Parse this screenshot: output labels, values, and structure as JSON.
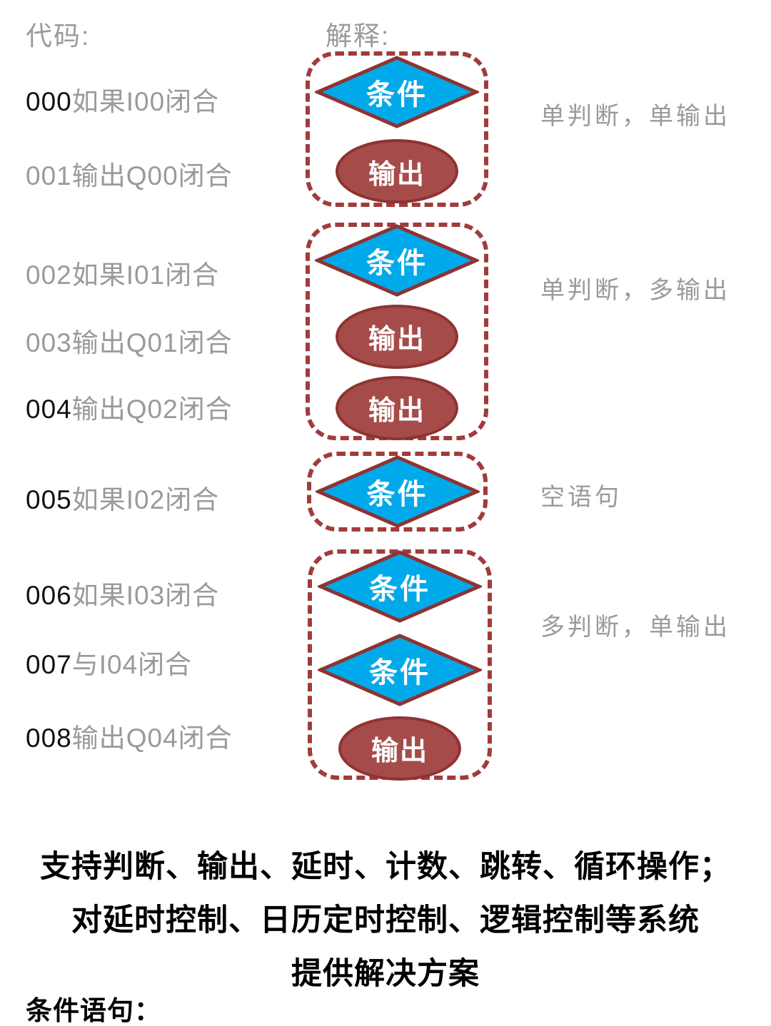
{
  "title": {
    "code_label": "代码:",
    "explain_label": "解释:"
  },
  "labels": {
    "condition": "条件",
    "output": "输出"
  },
  "code_lines": [
    {
      "num": "000",
      "text": "如果I00闭合",
      "num_tone": "dark"
    },
    {
      "num": "001",
      "text": "输出Q00闭合",
      "num_tone": "gray"
    },
    {
      "num": "002",
      "text": "如果I01闭合",
      "num_tone": "gray"
    },
    {
      "num": "003",
      "text": "输出Q01闭合",
      "num_tone": "gray"
    },
    {
      "num": "004",
      "text": "输出Q02闭合",
      "num_tone": "dark"
    },
    {
      "num": "005",
      "text": "如果I02闭合",
      "num_tone": "dark"
    },
    {
      "num": "006",
      "text": "如果I03闭合",
      "num_tone": "dark"
    },
    {
      "num": "007",
      "text": "与I04闭合",
      "num_tone": "dark"
    },
    {
      "num": "008",
      "text": "输出Q04闭合",
      "num_tone": "dark"
    }
  ],
  "flow_groups": [
    {
      "annotation": "单判断，单输出",
      "shapes": [
        "condition",
        "output"
      ]
    },
    {
      "annotation": "单判断，多输出",
      "shapes": [
        "condition",
        "output",
        "output"
      ]
    },
    {
      "annotation": "空语句",
      "shapes": [
        "condition"
      ]
    },
    {
      "annotation": "多判断，单输出",
      "shapes": [
        "condition",
        "condition",
        "output"
      ]
    }
  ],
  "footer": {
    "line1": "支持判断、输出、延时、计数、跳转、循环操作；",
    "line2": "对延时控制、日历定时控制、逻辑控制等系统",
    "line3": "提供解决方案",
    "section_label": "条件语句："
  },
  "colors": {
    "gray_text": "#9a9a9a",
    "dark_text": "#111111",
    "diamond_fill": "#00a9e9",
    "shape_border": "#8e3332",
    "ellipse_fill": "#a54c4b",
    "dashed_box_border": "#a03c3b"
  }
}
